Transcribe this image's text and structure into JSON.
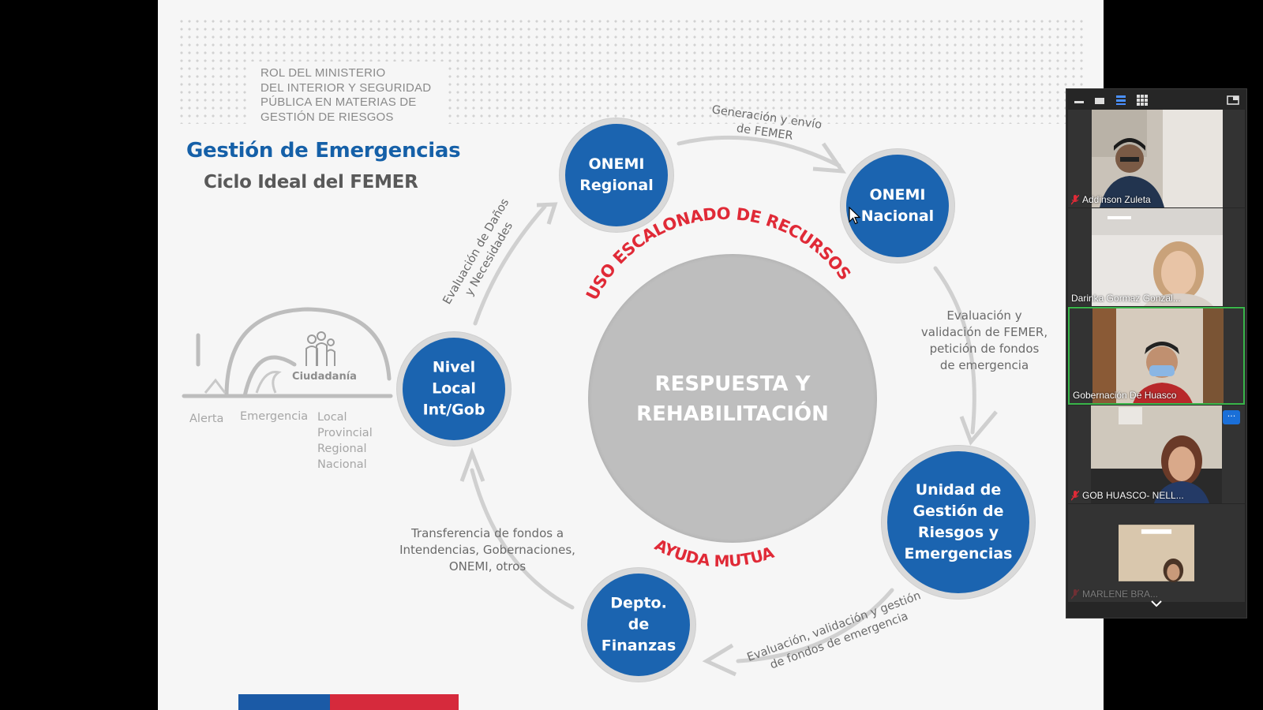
{
  "slide": {
    "ministry_text": "ROL DEL MINISTERIO\nDEL INTERIOR Y SEGURIDAD\nPÚBLICA EN MATERIAS DE\nGESTIÓN DE RIESGOS",
    "title": "Gestión de Emergencias",
    "subtitle": "Ciclo Ideal del FEMER",
    "center": "RESPUESTA Y\nREHABILITACIÓN",
    "arc_top": "USO ESCALONADO DE RECURSOS",
    "arc_bottom": "AYUDA MUTUA",
    "nodes": {
      "onemi_regional": "ONEMI\nRegional",
      "onemi_nacional": "ONEMI\nNacional",
      "unidad": "Unidad de\nGestión de\nRiesgos y\nEmergencias",
      "finanzas": "Depto.\nde\nFinanzas",
      "nivel_local": "Nivel\nLocal\nInt/Gob"
    },
    "edges": {
      "generacion": "Generación y envío\nde FEMER",
      "evaluacion_femer": "Evaluación y\nvalidación de FEMER,\npetición de fondos\nde emergencia",
      "evaluacion_gestion": "Evaluación, validación y gestión\nde fondos de emergencia",
      "transferencia": "Transferencia de fondos a\nIntendencias, Gobernaciones,\nONEMI, otros",
      "evaluacion_danos": "Evaluación de Daños\ny Necesidades"
    },
    "hero": {
      "ciudadania": "Ciudadanía",
      "alerta": "Alerta",
      "emergencia": "Emergencia",
      "niveles": "Local\nProvincial\nRegional\nNacional"
    },
    "colors": {
      "node_blue": "#1b64b0",
      "accent_red": "#e02a37",
      "title_blue": "#1560a8"
    }
  },
  "participants": [
    {
      "name": "Addinson Zuleta",
      "muted": true
    },
    {
      "name": "Darinka Gormaz Gonzal...",
      "muted": false
    },
    {
      "name": "Gobernación De Huasco",
      "muted": false,
      "speaking": true
    },
    {
      "name": "GOB HUASCO- NELL...",
      "muted": true,
      "more_label": "···"
    },
    {
      "name": "MARLENE BRA...",
      "muted": true
    }
  ],
  "toolbar_icons": [
    "minimize-icon",
    "speaker-view-icon",
    "filmstrip-view-icon",
    "gallery-view-icon",
    "popout-icon"
  ]
}
